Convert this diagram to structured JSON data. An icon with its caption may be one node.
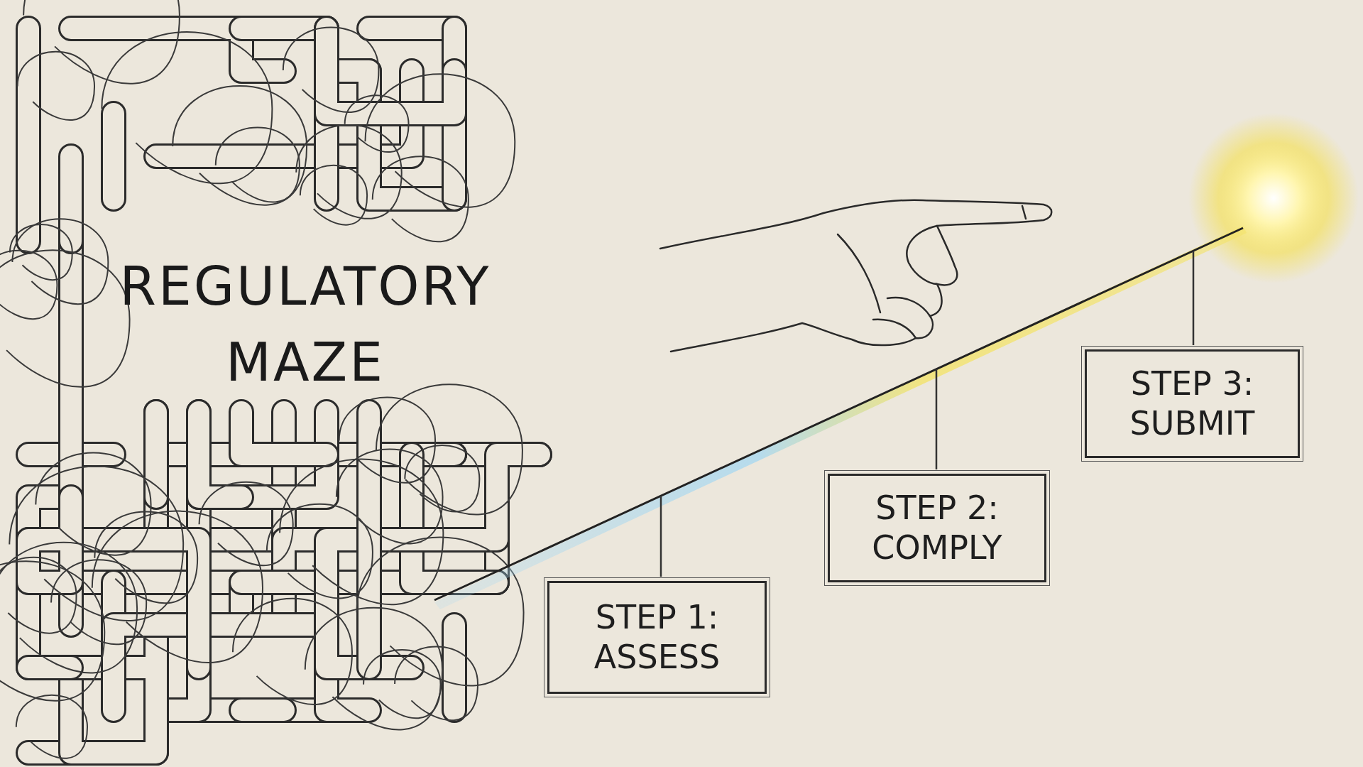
{
  "diagram": {
    "nodes": [
      {
        "text": [
          "STEP 1: ASSESS"
        ]
      },
      {
        "text": [
          "STEP 2: COMPLY"
        ]
      },
      {
        "text": [
          "STEP 3: SUBMIT"
        ]
      }
    ],
    "edges": [
      {
        "from": 0,
        "to": null,
        "arrow": "none"
      },
      {
        "from": 1,
        "to": null,
        "arrow": "none"
      },
      {
        "from": 2,
        "to": null,
        "arrow": "none"
      }
    ],
    "labels": [
      "REGULATORY MAZE"
    ]
  }
}
